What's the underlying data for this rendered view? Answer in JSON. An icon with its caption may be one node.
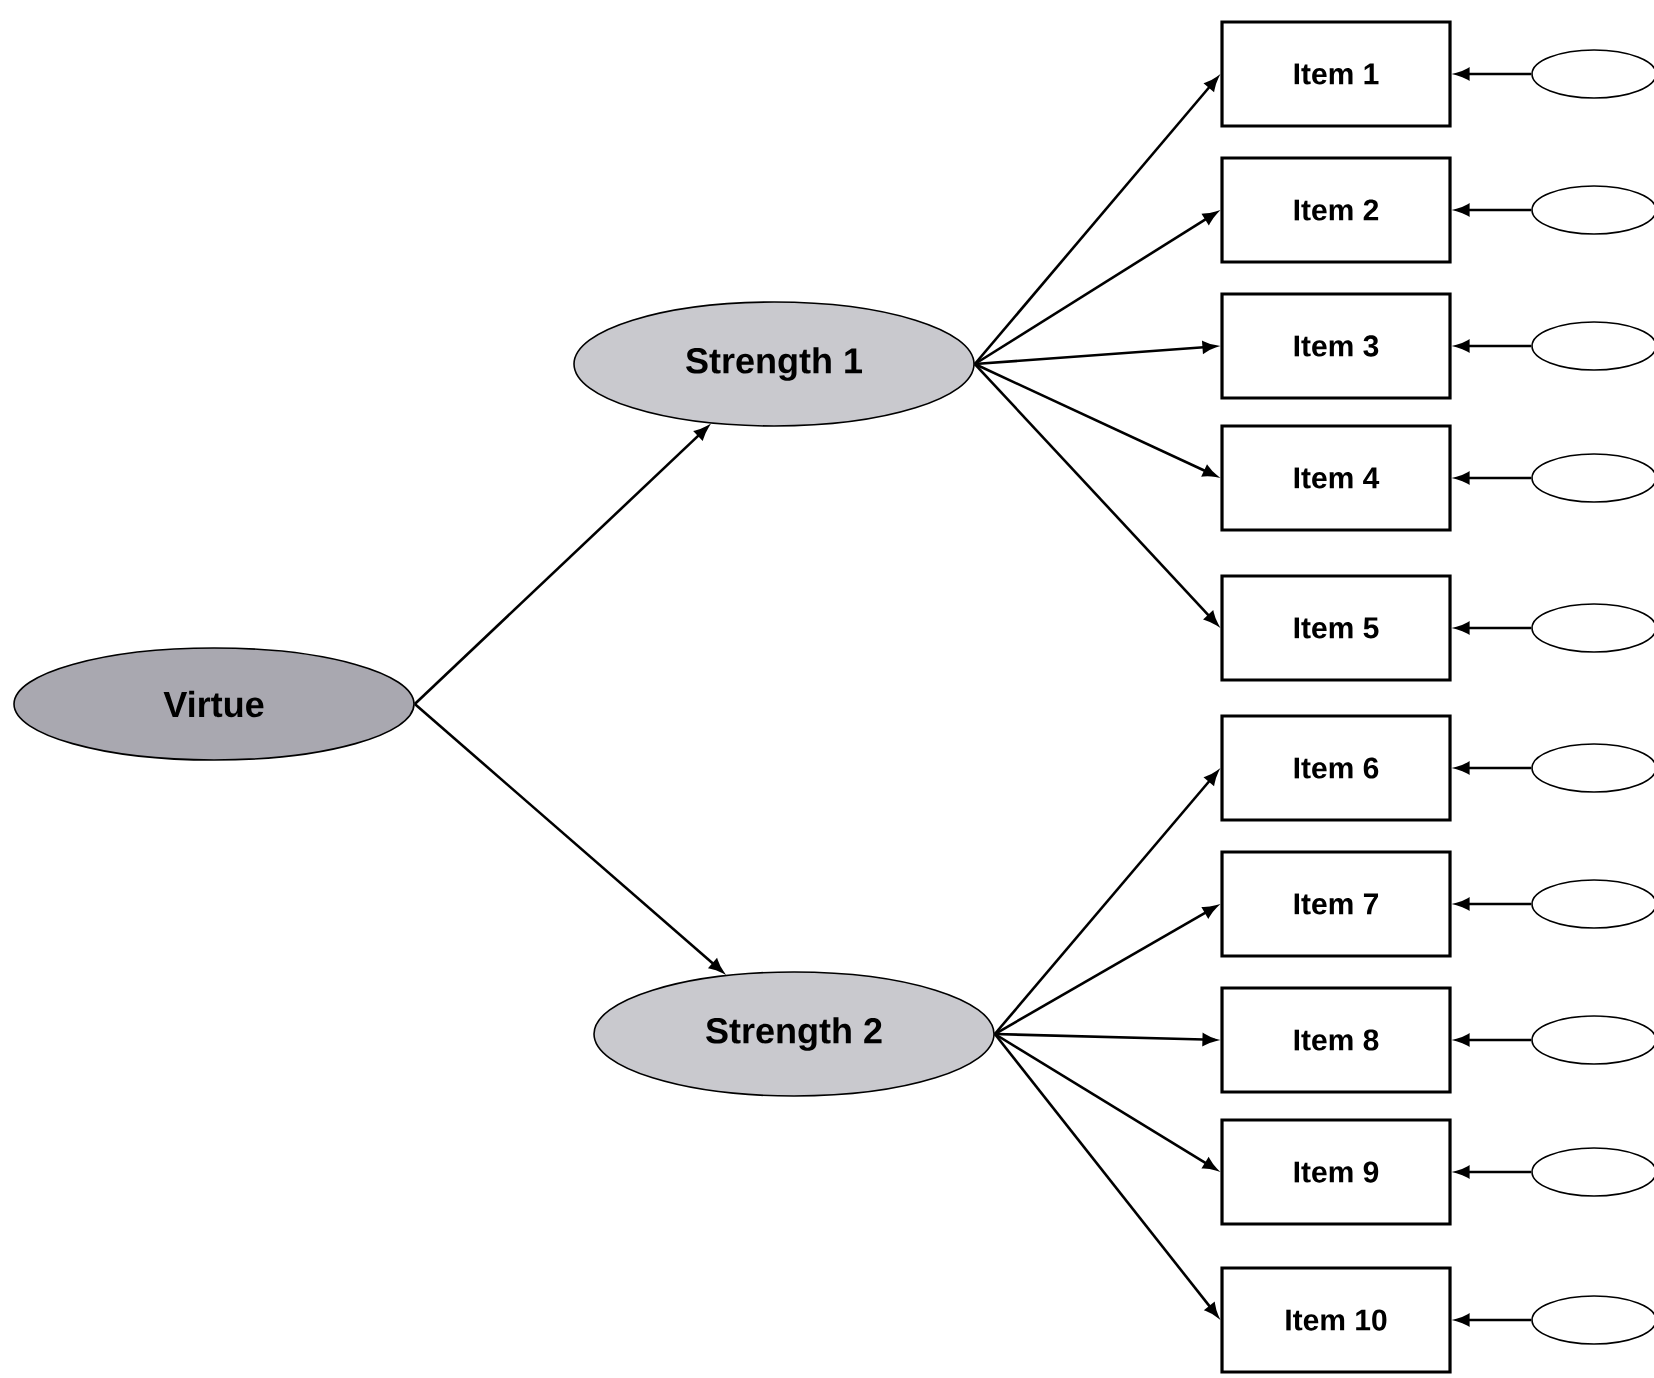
{
  "diagram": {
    "nodes": [
      {
        "text": [
          "Virtue"
        ]
      },
      {
        "text": [
          "Strength 1"
        ]
      },
      {
        "text": [
          "Strength 2"
        ]
      },
      {
        "text": [
          "Item 1"
        ]
      },
      {
        "text": [
          "Item 2"
        ]
      },
      {
        "text": [
          "Item 3"
        ]
      },
      {
        "text": [
          "Item 4"
        ]
      },
      {
        "text": [
          "Item 5"
        ]
      },
      {
        "text": [
          "Item 6"
        ]
      },
      {
        "text": [
          "Item 7"
        ]
      },
      {
        "text": [
          "Item 8"
        ]
      },
      {
        "text": [
          "Item 9"
        ]
      },
      {
        "text": [
          "Item 10"
        ]
      },
      {
        "text": [],
        "shape": "circle"
      },
      {
        "text": [],
        "shape": "circle"
      },
      {
        "text": [],
        "shape": "circle"
      },
      {
        "text": [],
        "shape": "circle"
      },
      {
        "text": [],
        "shape": "circle"
      },
      {
        "text": [],
        "shape": "circle"
      },
      {
        "text": [],
        "shape": "circle"
      },
      {
        "text": [],
        "shape": "circle"
      },
      {
        "text": [],
        "shape": "circle"
      },
      {
        "text": [],
        "shape": "circle"
      }
    ],
    "edges": [
      {
        "from": 0,
        "to": 1,
        "arrow": "to"
      },
      {
        "from": 0,
        "to": 2,
        "arrow": "to"
      },
      {
        "from": 1,
        "to": 3,
        "arrow": "to"
      },
      {
        "from": 1,
        "to": 4,
        "arrow": "to"
      },
      {
        "from": 1,
        "to": 5,
        "arrow": "to"
      },
      {
        "from": 1,
        "to": 6,
        "arrow": "to"
      },
      {
        "from": 1,
        "to": 7,
        "arrow": "to"
      },
      {
        "from": 2,
        "to": 8,
        "arrow": "to"
      },
      {
        "from": 2,
        "to": 9,
        "arrow": "to"
      },
      {
        "from": 2,
        "to": 10,
        "arrow": "to"
      },
      {
        "from": 2,
        "to": 11,
        "arrow": "to"
      },
      {
        "from": 2,
        "to": 12,
        "arrow": "to"
      },
      {
        "from": 13,
        "to": 3,
        "arrow": "to"
      },
      {
        "from": 14,
        "to": 4,
        "arrow": "to"
      },
      {
        "from": 15,
        "to": 5,
        "arrow": "to"
      },
      {
        "from": 16,
        "to": 6,
        "arrow": "to"
      },
      {
        "from": 17,
        "to": 7,
        "arrow": "to"
      },
      {
        "from": 18,
        "to": 8,
        "arrow": "to"
      },
      {
        "from": 19,
        "to": 9,
        "arrow": "to"
      },
      {
        "from": 20,
        "to": 10,
        "arrow": "to"
      },
      {
        "from": 21,
        "to": 11,
        "arrow": "to"
      },
      {
        "from": 22,
        "to": 12,
        "arrow": "to"
      }
    ]
  }
}
